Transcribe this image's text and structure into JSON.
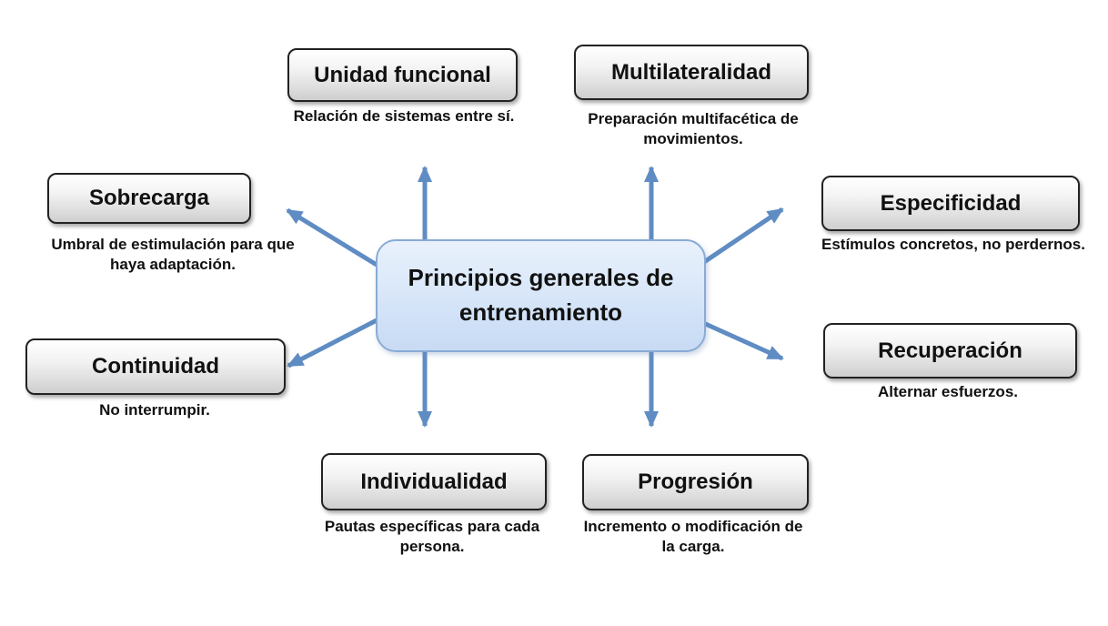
{
  "diagram": {
    "type": "mind-map",
    "center": {
      "label": "Principios generales de\nentrenamiento"
    },
    "nodes": [
      {
        "id": "unidad-funcional",
        "label": "Unidad funcional",
        "description": "Relación de sistemas entre sí."
      },
      {
        "id": "multilateralidad",
        "label": "Multilateralidad",
        "description": "Preparación multifacética de\nmovimientos."
      },
      {
        "id": "sobrecarga",
        "label": "Sobrecarga",
        "description": "Umbral de estimulación para que\nhaya adaptación."
      },
      {
        "id": "especificidad",
        "label": "Especificidad",
        "description": "Estímulos concretos, no perdernos."
      },
      {
        "id": "continuidad",
        "label": "Continuidad",
        "description": "No interrumpir."
      },
      {
        "id": "recuperacion",
        "label": "Recuperación",
        "description": "Alternar esfuerzos."
      },
      {
        "id": "individualidad",
        "label": "Individualidad",
        "description": "Pautas específicas para cada\npersona."
      },
      {
        "id": "progresion",
        "label": "Progresión",
        "description": "Incremento o modificación de\nla carga."
      }
    ],
    "colors": {
      "arrow": "#5f8cc3",
      "center_border": "#89abd4",
      "center_fill_top": "#e9f1fc",
      "center_fill_bottom": "#c8dbf4",
      "node_border": "#222222",
      "node_fill_top": "#ffffff",
      "node_fill_bottom": "#cecece",
      "background": "#ffffff",
      "text": "#111111"
    }
  }
}
